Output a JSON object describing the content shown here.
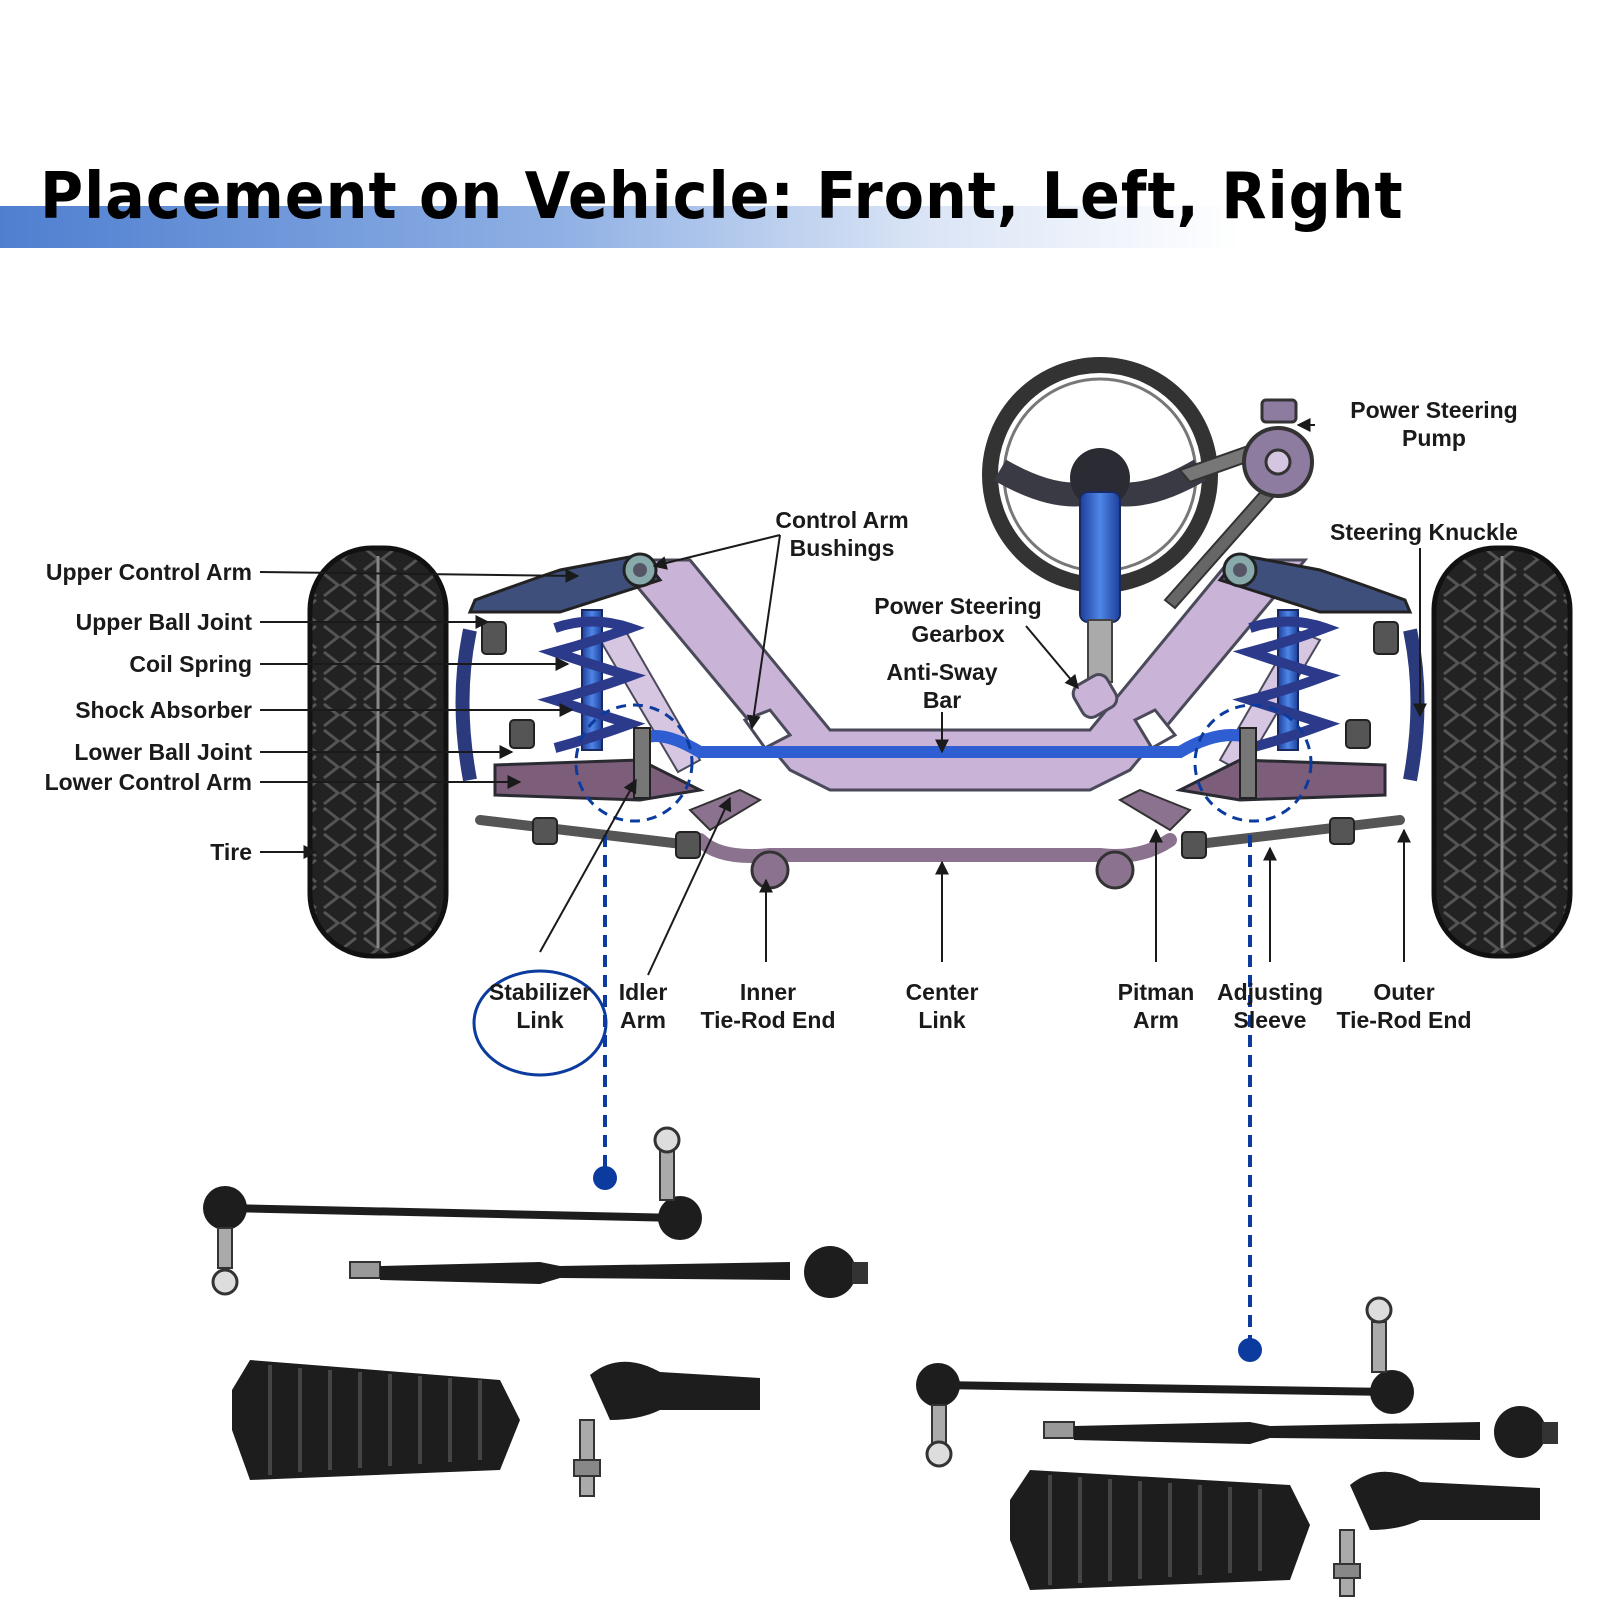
{
  "title": "Placement on Vehicle: Front, Left, Right",
  "colors": {
    "title_band": "#4f7fd0",
    "frame": "#c9b3d6",
    "frame_outline": "#4a4a5a",
    "spring": "#3a4a9c",
    "shock": "#3b6fd4",
    "sway_bar": "#2f5ed2",
    "marker": "#0b3b9e",
    "part_black": "#1d1d1d"
  },
  "labels": {
    "upper_control_arm": "Upper Control Arm",
    "upper_ball_joint": "Upper Ball Joint",
    "coil_spring": "Coil Spring",
    "shock_absorber": "Shock Absorber",
    "lower_ball_joint": "Lower Ball Joint",
    "lower_control_arm": "Lower Control Arm",
    "tire": "Tire",
    "control_arm_bushings": [
      "Control Arm",
      "Bushings"
    ],
    "power_steering_pump": [
      "Power Steering",
      "Pump"
    ],
    "steering_knuckle": "Steering Knuckle",
    "power_steering_gearbox": [
      "Power Steering",
      "Gearbox"
    ],
    "anti_sway_bar": [
      "Anti-Sway",
      "Bar"
    ],
    "stabilizer_link": [
      "Stabilizer",
      "Link"
    ],
    "idler_arm": [
      "Idler",
      "Arm"
    ],
    "inner_tie_rod_end": [
      "Inner",
      "Tie-Rod End"
    ],
    "center_link": [
      "Center",
      "Link"
    ],
    "pitman_arm": [
      "Pitman",
      "Arm"
    ],
    "adjusting_sleeve": [
      "Adjusting",
      "Sleeve"
    ],
    "outer_tie_rod_end": [
      "Outer",
      "Tie-Rod End"
    ]
  }
}
